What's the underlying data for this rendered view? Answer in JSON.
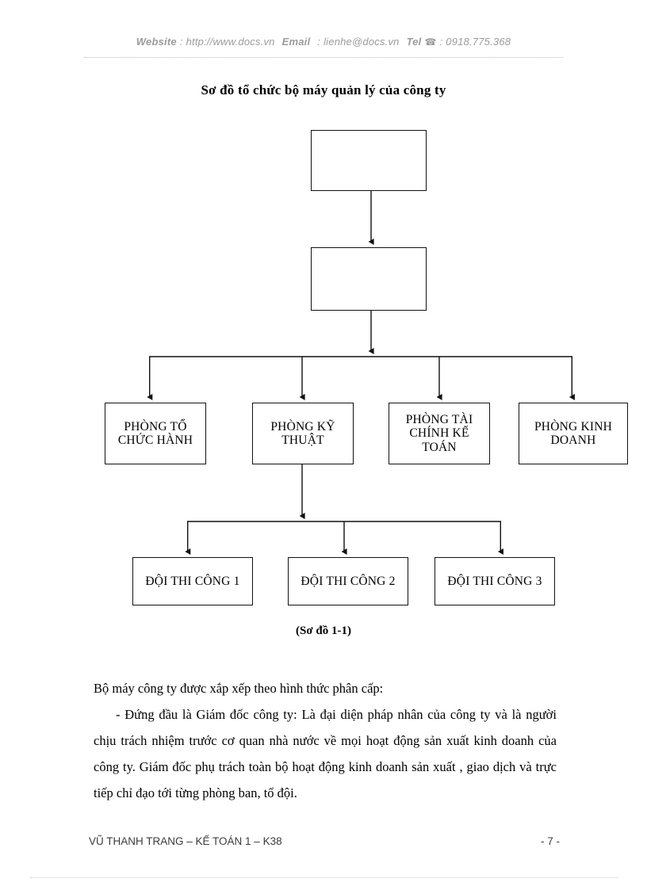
{
  "header": {
    "website_label": "Website",
    "website_value": "http://www.docs.vn",
    "email_label": "Email",
    "email_value": "lienhe@docs.vn",
    "tel_label": "Tel",
    "tel_icon": "☎",
    "tel_value": "0918.775.368",
    "colon": ":"
  },
  "title": "Sơ đồ tổ chức bộ máy quản lý của công ty",
  "diagram": {
    "top_box": "",
    "second_box": "",
    "departments": [
      "PHÒNG TỔ CHỨC HÀNH",
      "PHÒNG KỸ THUẬT",
      "PHÒNG TÀI CHÍNH KẾ TOÁN",
      "PHÒNG KINH DOANH"
    ],
    "teams": [
      "ĐỘI THI CÔNG 1",
      "ĐỘI THI CÔNG 2",
      "ĐỘI THI CÔNG 3"
    ],
    "caption": "(Sơ đồ 1-1)",
    "line_color": "#111111"
  },
  "body": {
    "paragraph_1": "Bộ máy công ty được xắp xếp theo hình thức phân cấp:",
    "paragraph_2": "- Đứng đầu là Giám đốc công ty:  Là đại diện pháp nhân của công ty và là người chịu trách nhiệm trước cơ quan nhà nước về mọi hoạt động sản xuất kinh doanh của công ty. Giám đốc phụ trách toàn bộ hoạt động kinh doanh sản xuất , giao dịch và trực tiếp chỉ đạo tới từng phòng ban, tổ đội."
  },
  "footer": {
    "author": "VŨ THANH TRANG – KẾ TOÁN 1 – K38",
    "page_number": "- 7 -"
  }
}
